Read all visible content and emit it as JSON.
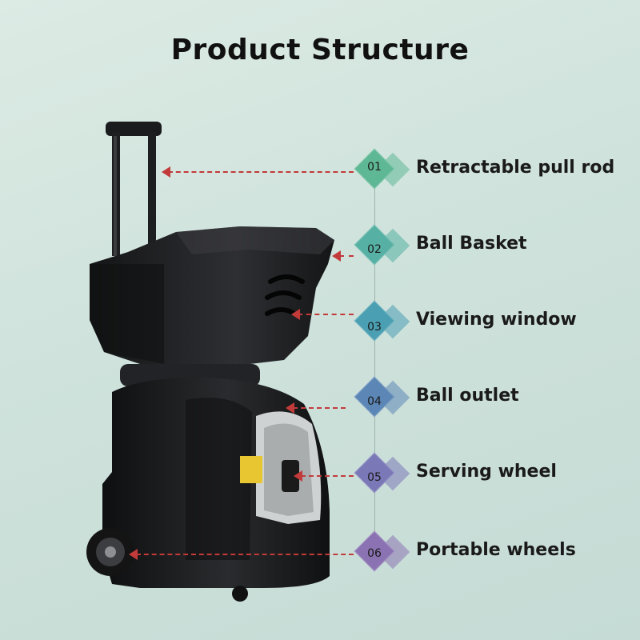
{
  "title": "Product Structure",
  "items": [
    {
      "num": "01",
      "label": "Retractable pull rod",
      "color": "#5fb895"
    },
    {
      "num": "02",
      "label": "Ball Basket",
      "color": "#56b0a3"
    },
    {
      "num": "03",
      "label": "Viewing window",
      "color": "#4a9fb2"
    },
    {
      "num": "04",
      "label": "Ball outlet",
      "color": "#5b86b5"
    },
    {
      "num": "05",
      "label": "Serving wheel",
      "color": "#7b78b8"
    },
    {
      "num": "06",
      "label": "Portable wheels",
      "color": "#8b72b2"
    }
  ],
  "colors": {
    "arrow": "#c23a3a",
    "machine": "#1b1c1e"
  }
}
